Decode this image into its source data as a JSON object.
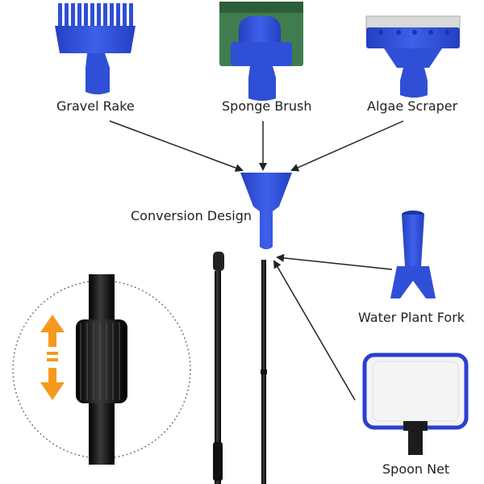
{
  "labels": {
    "gravel_rake": "Gravel Rake",
    "sponge_brush": "Sponge Brush",
    "algae_scraper": "Algae Scraper",
    "conversion_design": "Conversion Design",
    "water_plant_fork": "Water Plant Fork",
    "spoon_net": "Spoon Net"
  },
  "colors": {
    "tool_blue": "#2f4fd6",
    "tool_blue_dark": "#1d34a8",
    "sponge_green": "#3f7d4f",
    "pole_black": "#1c1c1c",
    "arrow_orange": "#f39a1e",
    "arrow_line": "#222222"
  }
}
